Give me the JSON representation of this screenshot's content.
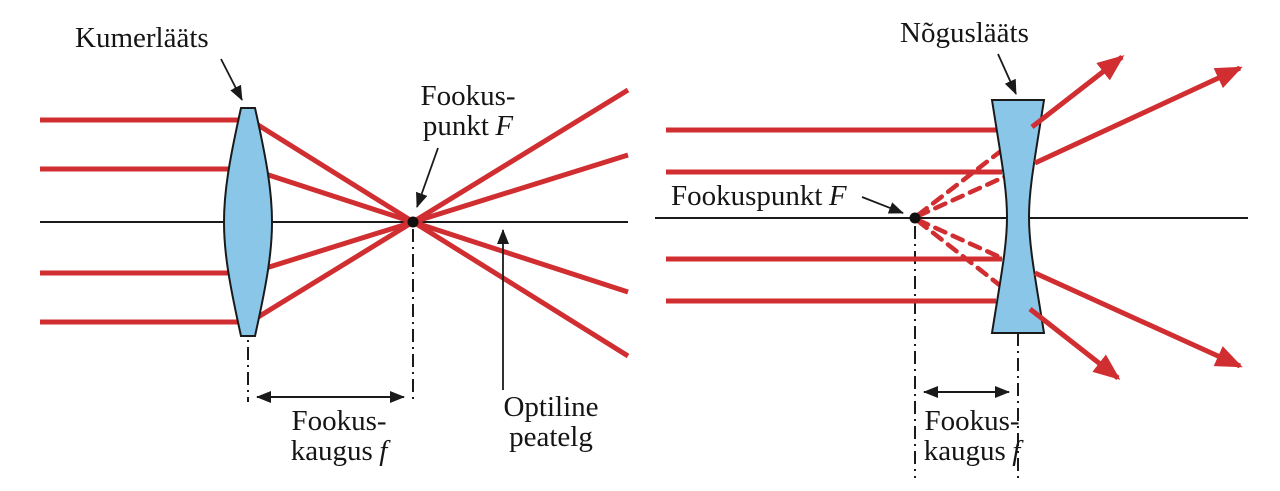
{
  "colors": {
    "ray": "#d02e30",
    "lens_fill": "#8ac6e8",
    "line": "#1a1a1a"
  },
  "left_diagram": {
    "lens_label": "Kumerlääts",
    "focus_label_line1": "Fookus-",
    "focus_label_line2": "punkt",
    "focus_symbol": "F",
    "focal_length_line1": "Fookus-",
    "focal_length_line2": "kaugus",
    "focal_length_symbol": "f",
    "axis_label_line1": "Optiline",
    "axis_label_line2": "peatelg"
  },
  "right_diagram": {
    "lens_label": "Nõguslääts",
    "focus_label": "Fookuspunkt",
    "focus_symbol": "F",
    "focal_length_line1": "Fookus-",
    "focal_length_line2": "kaugus",
    "focal_length_symbol": "f"
  }
}
